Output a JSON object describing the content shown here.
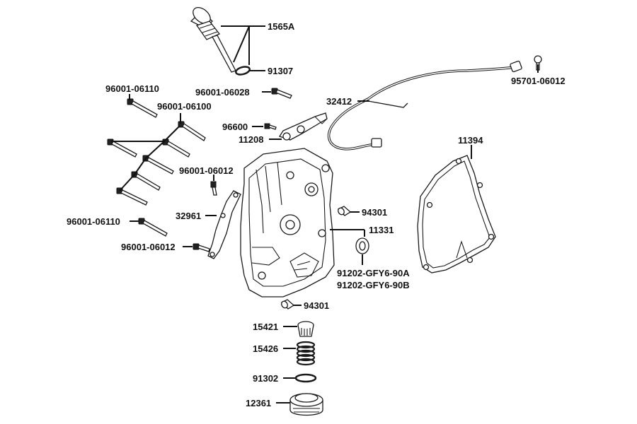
{
  "parts": {
    "p1565A": "1565A",
    "p91307": "91307",
    "p95701_06012": "95701-06012",
    "p96001_06110_top": "96001-06110",
    "p96001_06028": "96001-06028",
    "p96001_06100": "96001-06100",
    "p32412": "32412",
    "p96600": "96600",
    "p11208": "11208",
    "p11394": "11394",
    "p96001_06012_a": "96001-06012",
    "p32961": "32961",
    "p94301_a": "94301",
    "p96001_06110_bottom": "96001-06110",
    "p11331": "11331",
    "p96001_06012_b": "96001-06012",
    "p91202_A": "91202-GFY6-90A",
    "p91202_B": "91202-GFY6-90B",
    "p94301_b": "94301",
    "p15421": "15421",
    "p15426": "15426",
    "p91302": "91302",
    "p12361": "12361"
  }
}
